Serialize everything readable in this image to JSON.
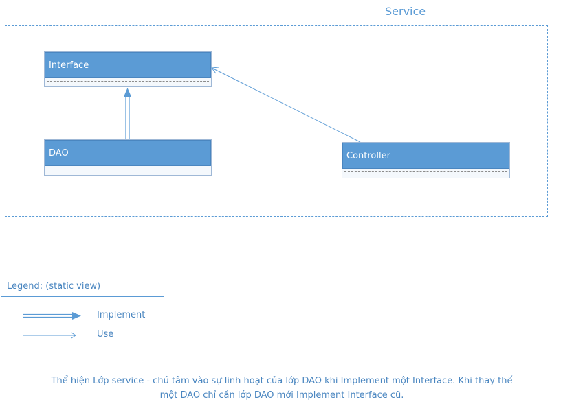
{
  "diagram": {
    "container_title": "Service",
    "classes": {
      "interface": "Interface",
      "dao": "DAO",
      "controller": "Controller"
    },
    "relations": [
      {
        "from": "DAO",
        "to": "Interface",
        "type": "Implement"
      },
      {
        "from": "Controller",
        "to": "Interface",
        "type": "Use"
      }
    ]
  },
  "legend": {
    "title": "Legend: (static view)",
    "implement_label": "Implement",
    "use_label": "Use"
  },
  "caption": {
    "line1": "Thể hiện Lớp service - chú tâm vào sự linh hoạt của lớp DAO khi Implement một Interface. Khi thay thế",
    "line2": "một DAO chỉ cần lớp DAO mới Implement Interface cũ."
  },
  "colors": {
    "accent": "#5b9bd5",
    "text": "#4a86c0"
  }
}
